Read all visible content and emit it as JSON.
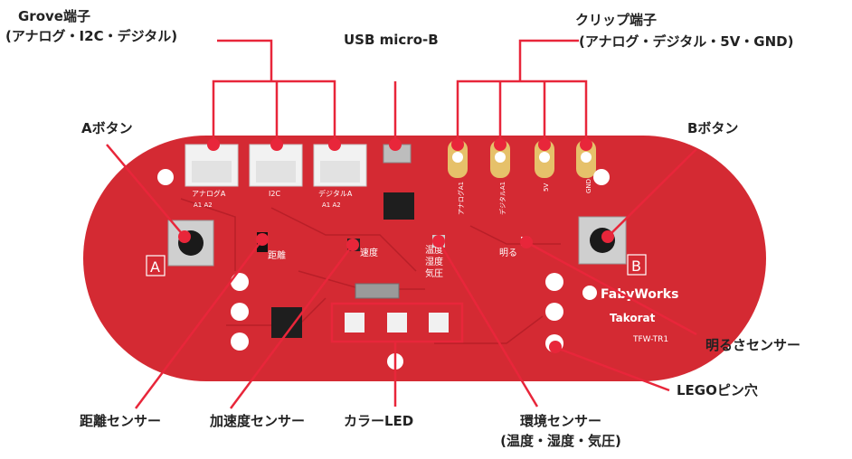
{
  "labels": {
    "grove_title": "Grove端子",
    "grove_sub": "(アナログ・I2C・デジタル)",
    "usb": "USB micro-B",
    "clip_title": "クリップ端子",
    "clip_sub": "(アナログ・デジタル・5V・GND)",
    "a_button": "Aボタン",
    "b_button": "Bボタン",
    "light_sensor": "明るさセンサー",
    "lego_hole": "LEGOピン穴",
    "distance_sensor": "距離センサー",
    "accel_sensor": "加速度センサー",
    "color_led": "カラーLED",
    "env_title": "環境センサー",
    "env_sub": "(温度・湿度・気圧)"
  },
  "silkscreen": {
    "analog_a": "アナログA",
    "i2c": "I2C",
    "digital_a": "デジタルA",
    "a1a2_1": "A1 A2",
    "a1a2_2": "A1 A2",
    "clip_analog": "アナログA1",
    "clip_digital": "デジタルA1",
    "clip_5v": "5V",
    "clip_gnd": "GND",
    "btn_a": "A",
    "btn_b": "B",
    "kyori": "距離",
    "kasokudo": "速度",
    "ondo": "温度",
    "shitsudo": "湿度",
    "kiatsu": "気圧",
    "akaru": "明る",
    "brand": "FabyWorks",
    "takorat": "Takorat",
    "model": "TFW-TR1"
  },
  "colors": {
    "board": "#d42a33",
    "accent": "#e8263a",
    "leader": "#e8263a"
  }
}
